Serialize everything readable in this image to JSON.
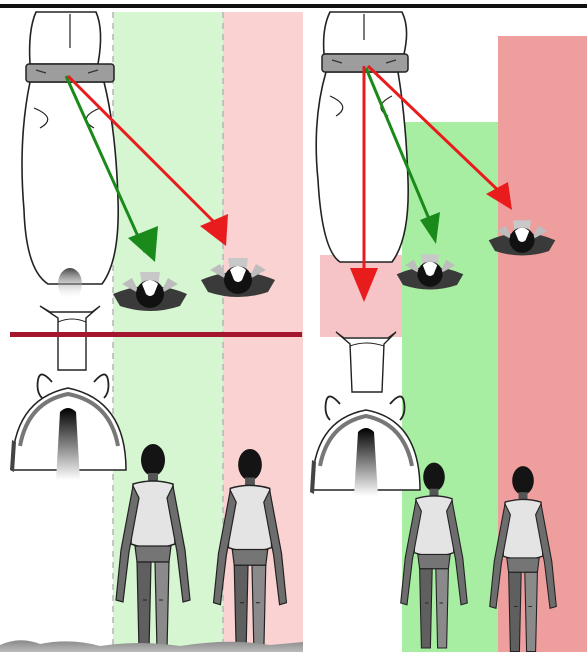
{
  "figure": {
    "panels": [
      {
        "id": "left-panel",
        "zone_green_hex": "#d6f6d2",
        "zone_red_hex": "#fbd2d2"
      },
      {
        "id": "right-panel",
        "zone_green_hex": "#a8eea2",
        "zone_red_hex": "#ef9e9e",
        "zone_pink_hex": "#f6c3c6"
      }
    ],
    "arrow_colors": {
      "near": "#1a8a1a",
      "far": "#e81c1c"
    },
    "divider_color": "#a3162e",
    "icons": [
      "horse-top-view",
      "horse-rear-view",
      "person-top-view",
      "person-front-view",
      "arrow"
    ]
  }
}
